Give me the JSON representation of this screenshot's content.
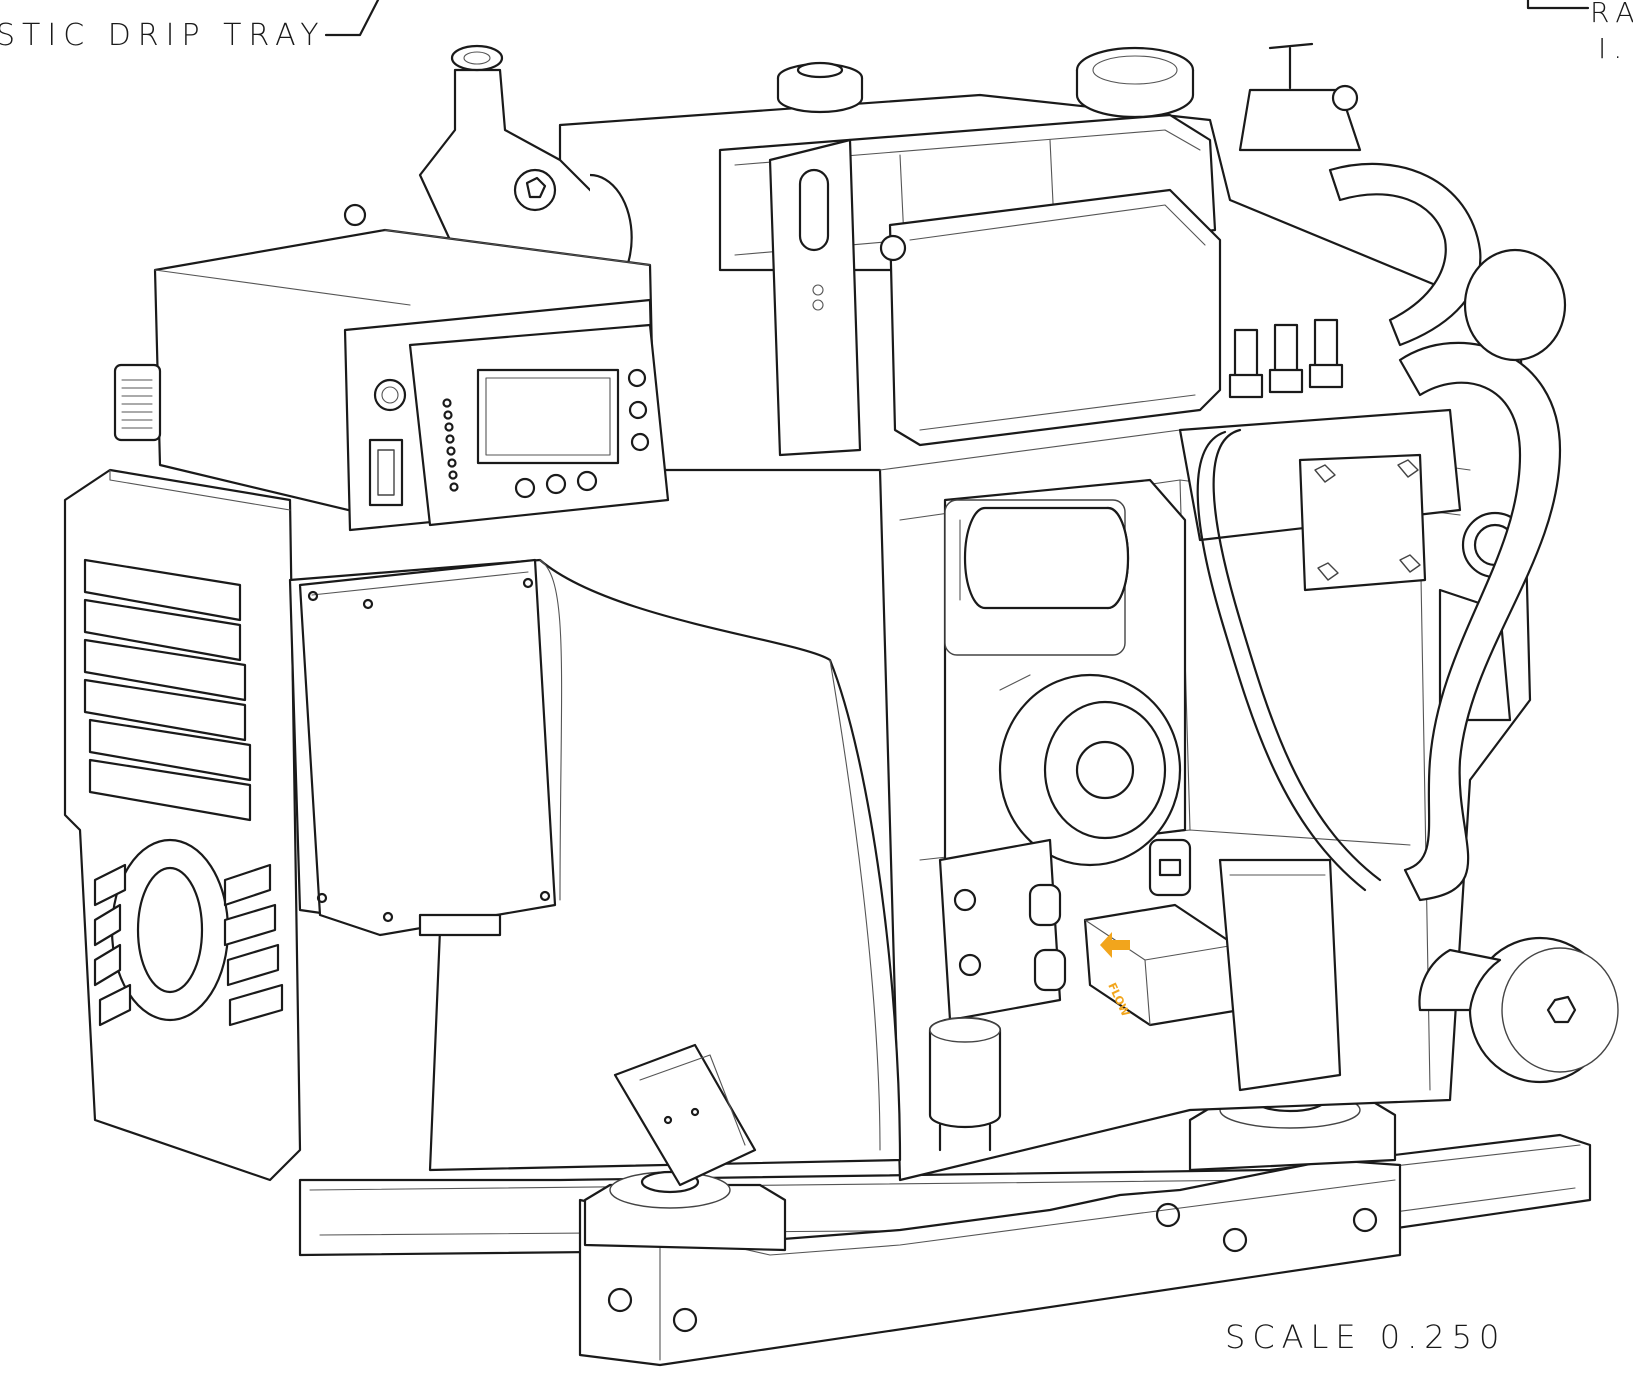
{
  "labels": {
    "drip_tray": "STIC DRIP TRAY",
    "top_right_line1": "RA",
    "top_right_line2": "I.",
    "scale": "SCALE   0.250",
    "flow_marking": "FLOW"
  },
  "colors": {
    "line": "#1a1a1a",
    "thin_line": "#555555",
    "flow_arrow": "#f2a51c",
    "background": "#ffffff"
  }
}
